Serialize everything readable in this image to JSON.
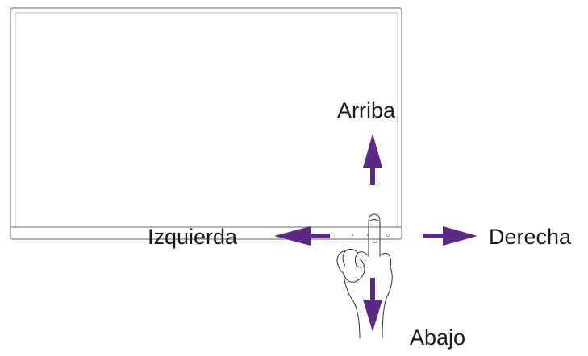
{
  "labels": {
    "up": "Arriba",
    "left": "Izquierda",
    "right": "Derecha",
    "down": "Abajo"
  },
  "colors": {
    "arrow": "#5a2a86",
    "outline": "#9a9a9a",
    "text": "#1a1a1a",
    "background": "#ffffff"
  },
  "icons": {
    "monitor": "monitor-icon",
    "hand": "pointing-hand-icon",
    "arrows": [
      "arrow-up-icon",
      "arrow-left-icon",
      "arrow-right-icon",
      "arrow-down-icon"
    ]
  }
}
